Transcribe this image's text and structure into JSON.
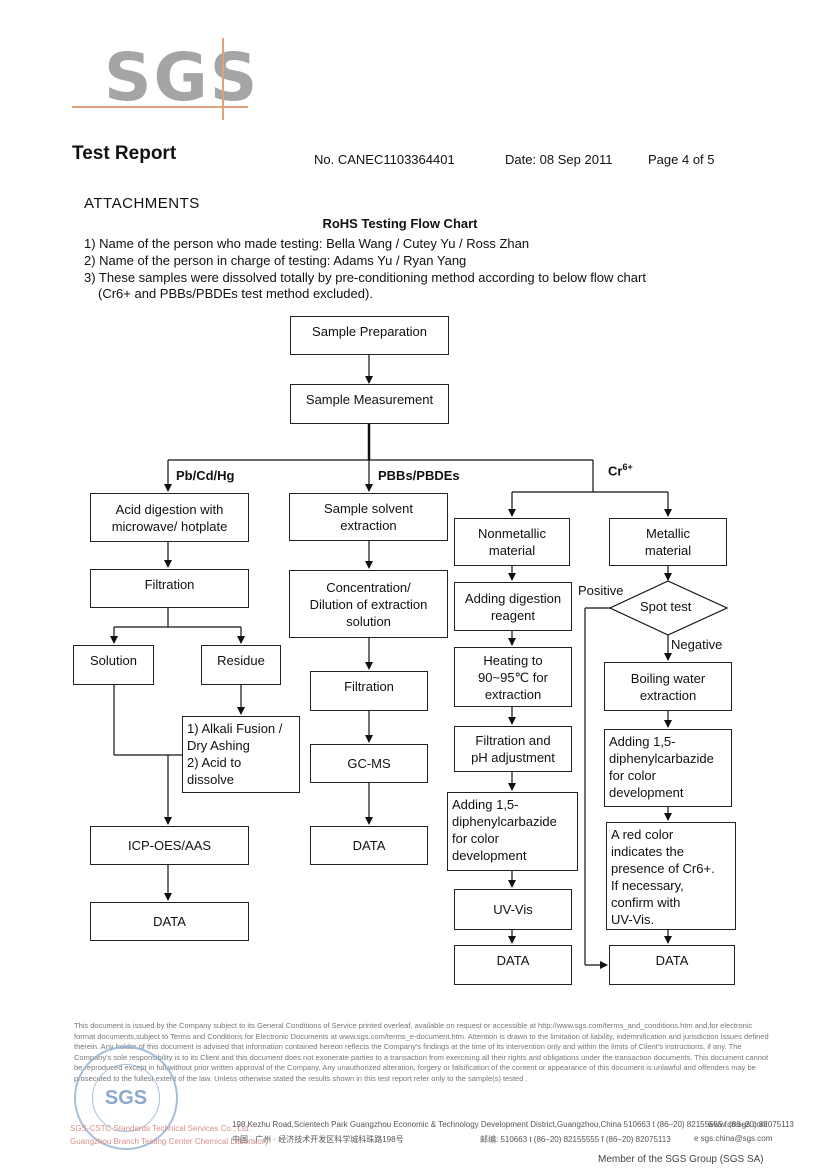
{
  "header": {
    "logo": "SGS",
    "report_title": "Test Report",
    "report_no": "No. CANEC1103364401",
    "date": "Date: 08 Sep 2011",
    "page": "Page 4 of 5"
  },
  "attachments": {
    "heading": "ATTACHMENTS",
    "chart_title": "RoHS Testing Flow Chart",
    "notes": [
      "1) Name of the person who made testing: Bella Wang / Cutey Yu / Ross Zhan",
      "2) Name of the person in charge of testing: Adams Yu / Ryan Yang",
      "3) These samples were dissolved totally by pre-conditioning method according to below flow chart",
      "(Cr6+ and PBBs/PBDEs test method excluded)."
    ]
  },
  "flow": {
    "sample_prep": "Sample Preparation",
    "sample_meas": "Sample Measurement",
    "branch_metals": "Pb/Cd/Hg",
    "branch_pbb": "PBBs/PBDEs",
    "branch_cr": "Cr",
    "branch_cr_sup": "6+",
    "acid_digestion": "Acid digestion with\nmicrowave/ hotplate",
    "filtration1": "Filtration",
    "solution": "Solution",
    "residue": "Residue",
    "alkali": "1) Alkali Fusion /\n    Dry Ashing\n2) Acid to\n    dissolve",
    "icp": "ICP-OES/AAS",
    "data1": "DATA",
    "solvent": "Sample solvent\nextraction",
    "concentration": "Concentration/\nDilution of extraction\nsolution",
    "filtration2": "Filtration",
    "gcms": "GC-MS",
    "data2": "DATA",
    "nonmetallic": "Nonmetallic\nmaterial",
    "digestion_reagent": "Adding digestion\nreagent",
    "heating": "Heating to\n90~95℃ for\nextraction",
    "filtration_ph": "Filtration and\npH adjustment",
    "adding_diphenyl1": "Adding 1,5-\ndiphenylcarbazide\nfor color\ndevelopment",
    "uvvis": "UV-Vis",
    "data3": "DATA",
    "metallic": "Metallic\nmaterial",
    "spot_test": "Spot test",
    "positive": "Positive",
    "negative": "Negative",
    "boiling": "Boiling water\nextraction",
    "adding_diphenyl2": "Adding 1,5-\ndiphenylcarbazide\nfor color\ndevelopment",
    "red_color": "A red color\nindicates the\npresence of Cr6+.\nIf necessary,\nconfirm with\nUV-Vis.",
    "data4": "DATA"
  },
  "footer": {
    "disclaimer": "This document is issued by the Company subject to its General Conditions of Service printed overleaf, available on request or accessible at http://www.sgs.com/terms_and_conditions.htm and,for electronic format documents,subject to Terms and Conditions for Electronic Documents at www.sgs.com/terms_e-document.htm. Attention is drawn to the limitation of liability, indemnification and jurisdiction issues defined therein. Any holder of this document is advised that information contained hereon reflects the Company's findings at the time of its intervention only and within the limits of Client's instructions, if any. The Company's sole responsibility is to its Client and this document does not exonerate parties to a transaction from exercising all their rights and obligations under the transaction documents. This document cannot be reproduced except in full,without prior written approval of the Company. Any unauthorized alteration, forgery or falsification of the content or appearance of this document is unlawful and offenders may be prosecuted to the fullest extent of the law. Unless otherwise stated the results shown in this test report refer only to the sample(s) tested .",
    "stamp": "SGS",
    "company_en": "SGS-CSTC Standards Technical Services Co., Ltd.",
    "company_branch": "Guangzhou Branch Testing Center Chemical Laboratory",
    "address_en": "198 Kezhu Road,Scientech Park Guangzhou Economic & Technology Development District,Guangzhou,China  510663   t (86–20) 82155555   f (86–20) 82075113",
    "address_cn": "中国 · 广州 · 经济技术开发区科学城科珠路198号",
    "postcode_cn": "邮编: 510663   t (86–20) 82155555   f (86–20) 82075113",
    "web": "www.cn.sgs.com",
    "email": "e  sgs.china@sgs.com",
    "member": "Member of the SGS Group (SGS SA)"
  }
}
